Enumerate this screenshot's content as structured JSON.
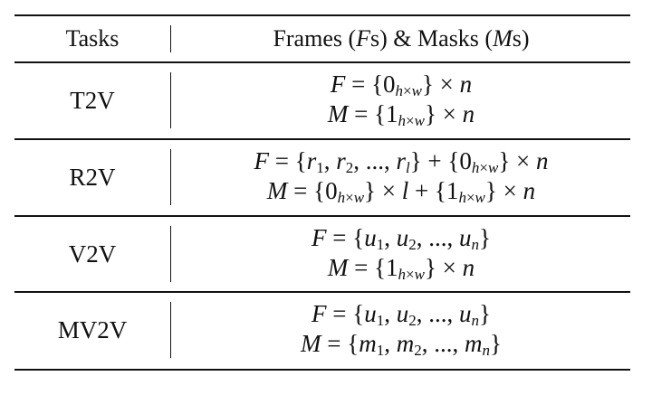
{
  "header": {
    "tasks_label": "Tasks",
    "frames_masks_label": "Frames (Fs) & Masks (Ms)"
  },
  "rows": [
    {
      "task": "T2V",
      "frames": "F = {0h×w} × n",
      "masks": "M = {1h×w} × n"
    },
    {
      "task": "R2V",
      "frames": "F = {r1, r2, ..., rl} + {0h×w} × n",
      "masks": "M = {0h×w} × l + {1h×w} × n"
    },
    {
      "task": "V2V",
      "frames": "F = {u1, u2, ..., un}",
      "masks": "M = {1h×w} × n"
    },
    {
      "task": "MV2V",
      "frames": "F = {u1, u2, ..., un}",
      "masks": "M = {m1, m2, ..., mn}"
    }
  ]
}
